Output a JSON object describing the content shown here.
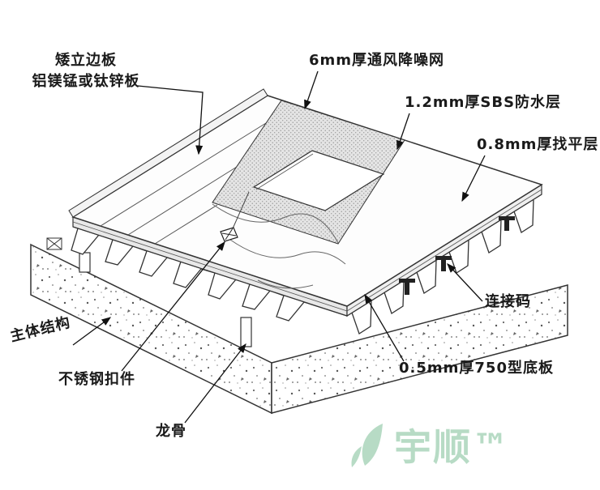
{
  "callouts": {
    "panel": {
      "line1": "矮立边板",
      "line2": "铝镁锰或钛锌板"
    },
    "mesh": "6mm厚通风降噪网",
    "sbs": "1.2mm厚SBS防水层",
    "leveling": "0.8mm厚找平层",
    "connector": "连接码",
    "base_plate": "0.5mm厚750型底板",
    "structure": "主体结构",
    "fastener": "不锈钢扣件",
    "keel": "龙骨"
  },
  "watermark": {
    "text": "宇顺™"
  },
  "colors": {
    "line": "#333333",
    "ink": "#1a1a1a",
    "watermark_green": "#b7dbc5",
    "mesh_fill": "#e4e4e4",
    "concrete_speck": "#666666"
  }
}
